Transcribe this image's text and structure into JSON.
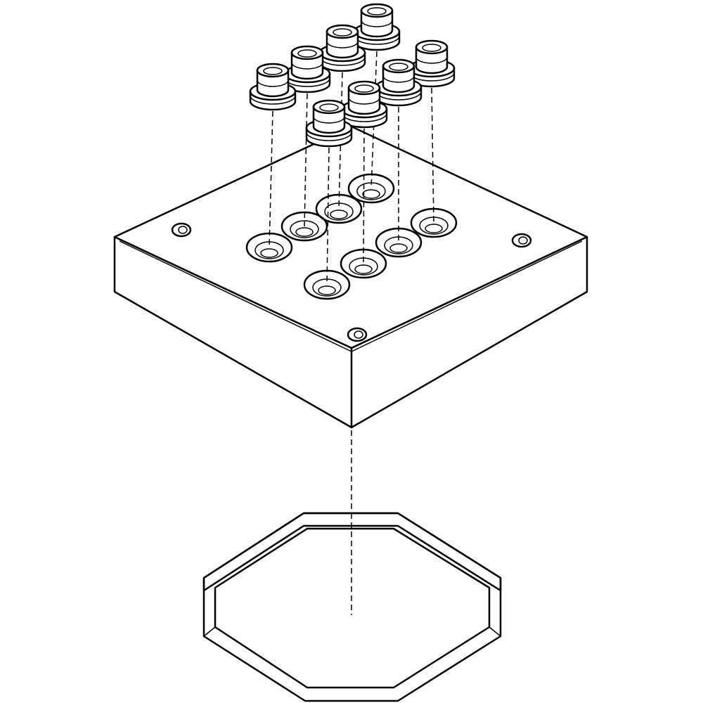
{
  "diagram": {
    "kind": "exploded-assembly-line-drawing",
    "parts": [
      {
        "name": "push-in-fittings",
        "count": 8
      },
      {
        "name": "sub-base-plate",
        "count": 1
      },
      {
        "name": "octagonal-seal",
        "count": 1
      }
    ],
    "colors": {
      "line": "#000000",
      "background": "#ffffff"
    }
  }
}
